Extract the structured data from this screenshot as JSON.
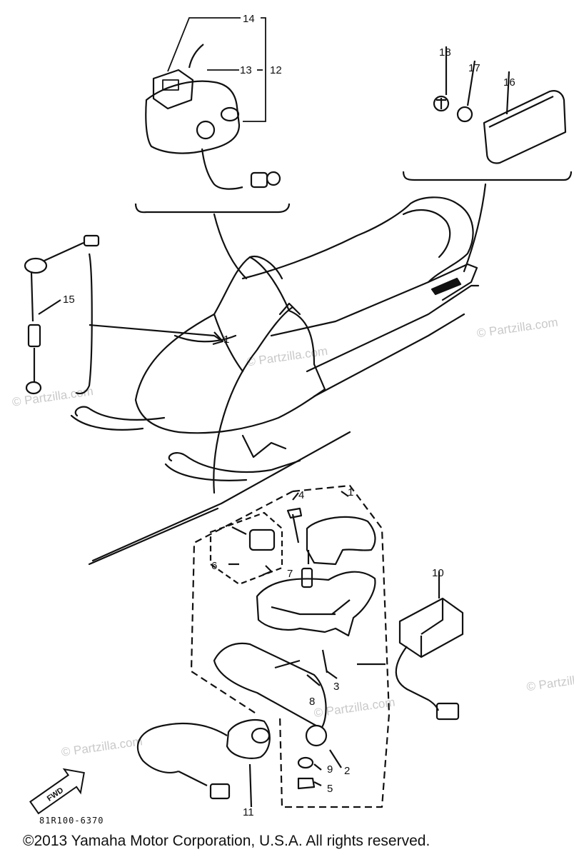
{
  "diagram": {
    "callouts": {
      "c1": "1",
      "c2": "2",
      "c3": "3",
      "c4": "4",
      "c5": "5",
      "c6": "6",
      "c7": "7",
      "c8": "8",
      "c9": "9",
      "c10": "10",
      "c11": "11",
      "c12": "12",
      "c13": "13",
      "c14": "14",
      "c15": "15",
      "c16": "16",
      "c17": "17",
      "c18": "18"
    },
    "drawing_code": "81R100-6370",
    "fwd_label": "FWD"
  },
  "watermark": {
    "text": "© Partzilla.com"
  },
  "footer": {
    "copyright": "©2013 Yamaha Motor Corporation, U.S.A. All rights reserved."
  }
}
